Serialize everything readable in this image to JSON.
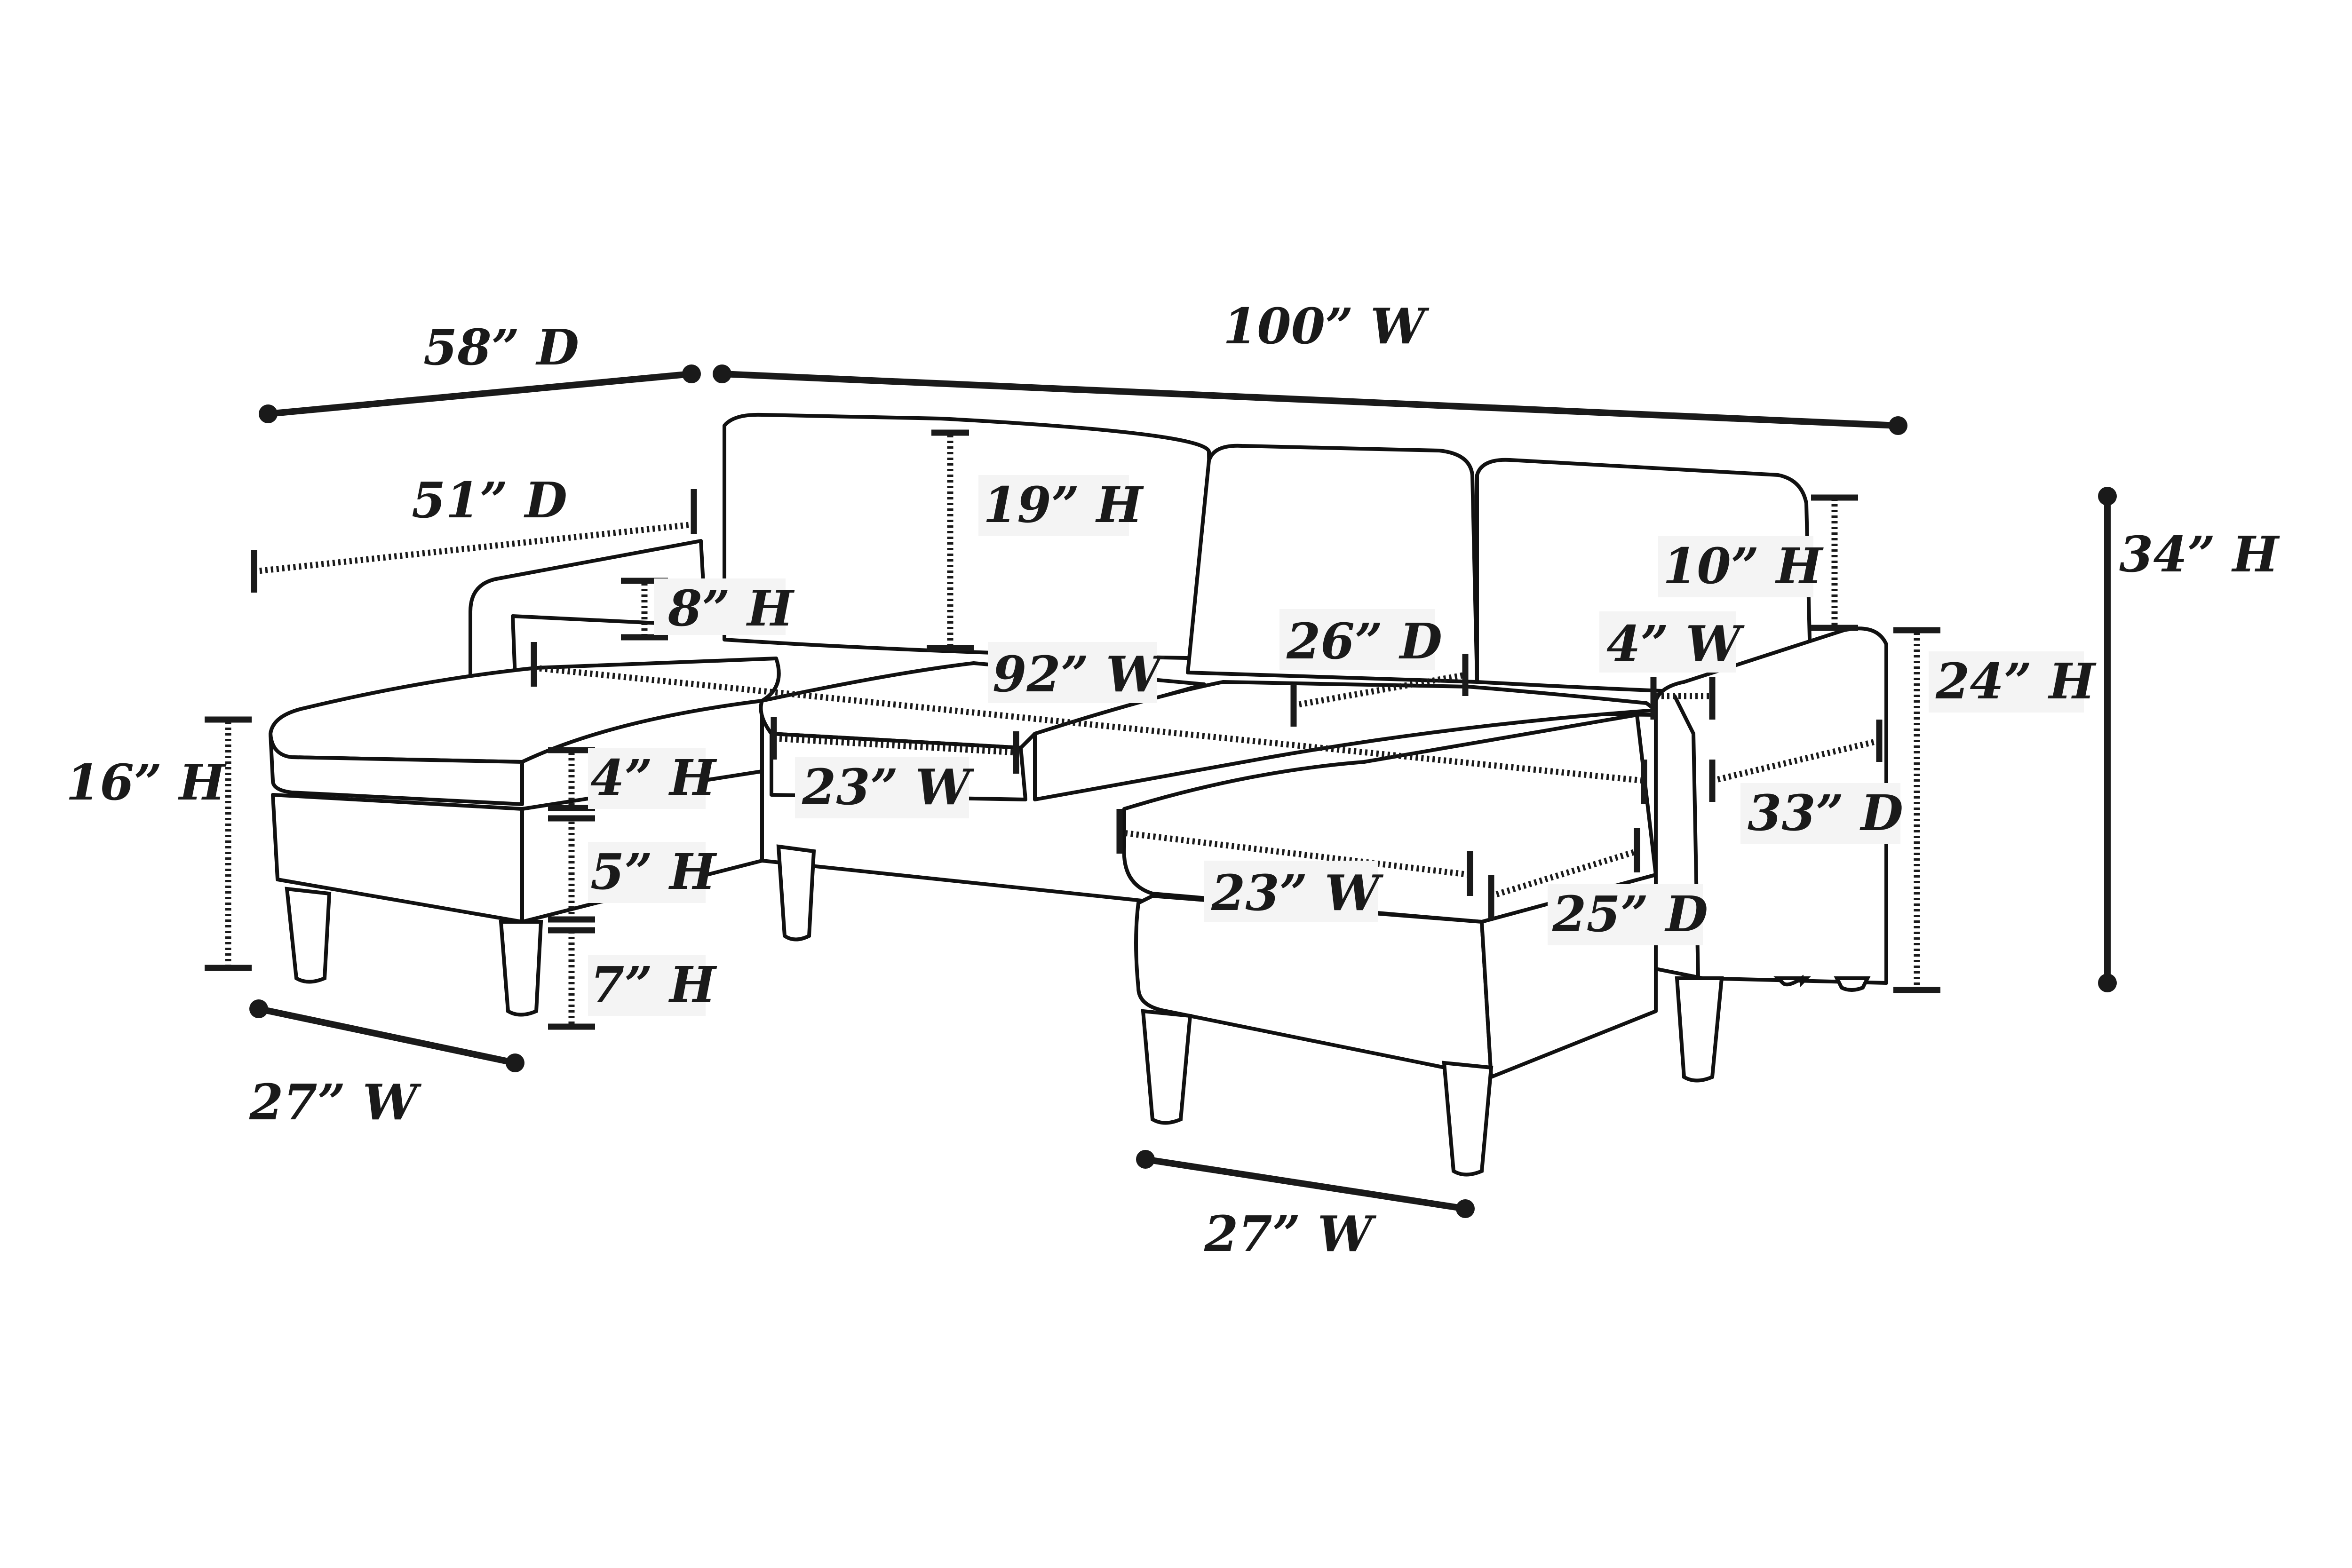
{
  "diagram": {
    "colors": {
      "ink": "#1a1a1a",
      "background": "#ffffff",
      "label_bg": "#f4f4f4"
    },
    "dimensions": {
      "overall_depth": "58” D",
      "overall_width": "100” W",
      "overall_height": "34” H",
      "chaise_depth": "51” D",
      "back_cushion_height": "19” H",
      "arm_height_above_seat": "8” H",
      "inner_width": "92” W",
      "seat_depth": "26” D",
      "back_height_above_arm": "10” H",
      "arm_width": "4” W",
      "arm_total_height": "24” H",
      "seat_height": "16” H",
      "cushion_thickness": "4” H",
      "base_height": "5” H",
      "leg_height": "7” H",
      "middle_seat_width": "23” W",
      "arm_depth": "33” D",
      "ottoman_top_width": "23” W",
      "ottoman_top_depth": "25” D",
      "left_chaise_width": "27” W",
      "ottoman_width": "27” W"
    }
  }
}
